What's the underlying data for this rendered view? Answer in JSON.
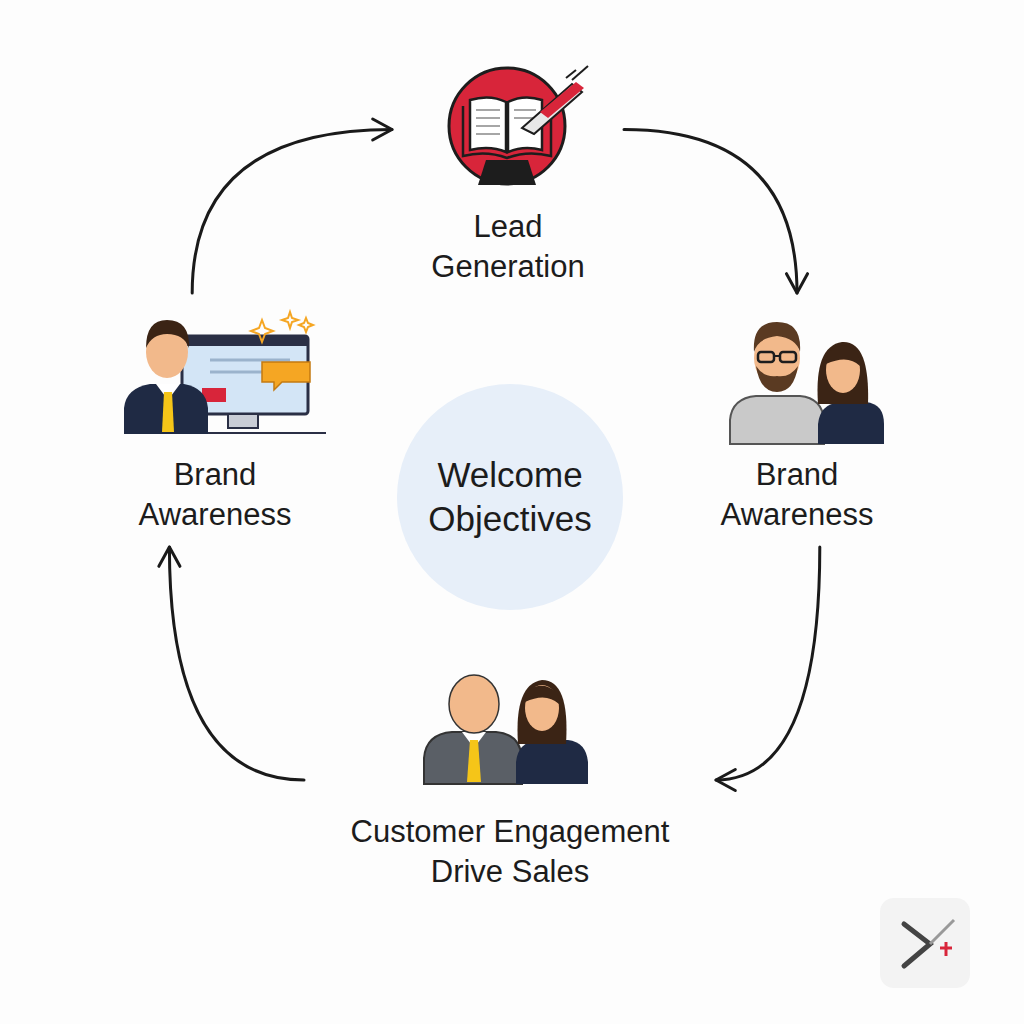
{
  "diagram": {
    "nodes": [
      {
        "text": [
          "Lead Generation"
        ]
      },
      {
        "text": [
          "Brand Awareness"
        ]
      },
      {
        "text": [
          "Welcome Objectives"
        ]
      },
      {
        "text": [
          "Brand Awareness"
        ]
      },
      {
        "text": [
          "Customer Engagement Drive Sales"
        ]
      }
    ],
    "edges": [
      {
        "from": 0,
        "to": 3,
        "arrow": "to"
      },
      {
        "from": 3,
        "to": 4,
        "arrow": "to"
      },
      {
        "from": 4,
        "to": 1,
        "arrow": "to"
      },
      {
        "from": 1,
        "to": 0,
        "arrow": "to"
      }
    ]
  }
}
